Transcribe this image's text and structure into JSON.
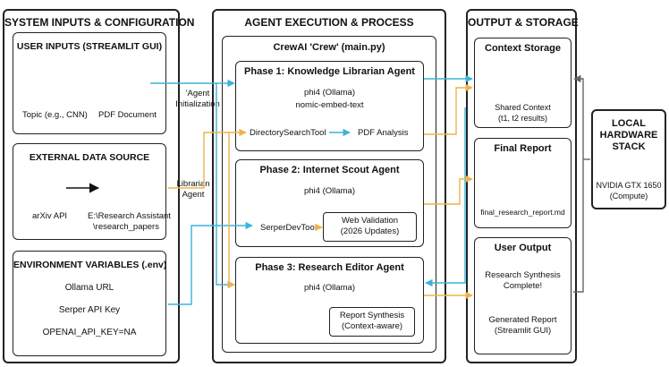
{
  "columns": {
    "inputs": {
      "title": "SYSTEM INPUTS & CONFIGURATION"
    },
    "execution": {
      "title": "AGENT EXECUTION & PROCESS"
    },
    "output": {
      "title": "OUTPUT & STORAGE"
    }
  },
  "inputs": {
    "user": {
      "title": "USER INPUTS (STREAMLIT GUI)",
      "topic": "Topic (e.g., CNN)",
      "pdf": "PDF Document"
    },
    "external": {
      "title": "EXTERNAL DATA SOURCE",
      "source": "arXiv API",
      "path_line1": "E:\\Research Assistant",
      "path_line2": "\\research_papers"
    },
    "env": {
      "title": "ENVIRONMENT VARIABLES (.env)",
      "var1": "Ollama URL",
      "var2": "Serper API Key",
      "var3": "OPENAI_API_KEY=NA"
    }
  },
  "connector_labels": {
    "agent_init_line1": "'Agent",
    "agent_init_line2": "Initialization",
    "librarian_line1": "Librarian",
    "librarian_line2": "Agent"
  },
  "crew": {
    "title": "CrewAI 'Crew' (main.py)",
    "phase1": {
      "title": "Phase 1: Knowledge Librarian Agent",
      "model1": "phi4 (Ollama)",
      "model2": "nomic-embed-text",
      "tool": "DirectorySearchTool",
      "result": "PDF Analysis"
    },
    "phase2": {
      "title": "Phase 2: Internet Scout Agent",
      "model": "phi4 (Ollama)",
      "tool": "SerperDevTool",
      "result_line1": "Web Validation",
      "result_line2": "(2026 Updates)"
    },
    "phase3": {
      "title": "Phase 3: Research Editor Agent",
      "model": "phi4 (Ollama)",
      "result_line1": "Report Synthesis",
      "result_line2": "(Context-aware)"
    }
  },
  "output": {
    "context": {
      "title": "Context Storage",
      "line1": "Shared Context",
      "line2": "(t1, t2 results)"
    },
    "report": {
      "title": "Final Report",
      "file": "final_research_report.md"
    },
    "user_output": {
      "title": "User Output",
      "line1": "Research Synthesis",
      "line2": "Complete!",
      "line3": "Generated Report",
      "line4": "(Streamlit GUI)"
    }
  },
  "hardware": {
    "title_line1": "LOCAL",
    "title_line2": "HARDWARE",
    "title_line3": "STACK",
    "gpu": "NVIDIA GTX 1650",
    "gpu_role": "(Compute)"
  },
  "colors": {
    "cyan": "#3bb4d8",
    "orange": "#f0b24a",
    "gray": "#666666",
    "border": "#222222"
  }
}
